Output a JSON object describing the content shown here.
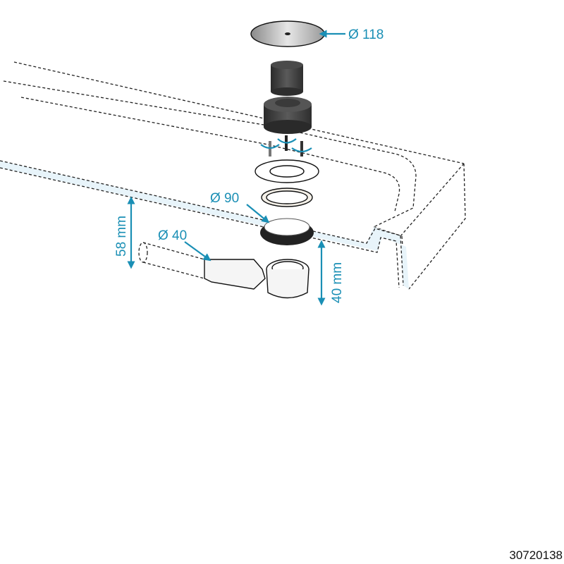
{
  "title": "Shower drain exploded assembly diagram",
  "colors": {
    "dimension": "#1a8fb5",
    "outline": "#222222",
    "part_dark": "#3a3a3a",
    "channel_fill": "#e8f4fa"
  },
  "labels": {
    "cover_diameter": "Ø 118",
    "seal_diameter": "Ø 90",
    "pipe_diameter": "Ø 40",
    "height_total": "58 mm",
    "height_body": "40 mm"
  },
  "parts": [
    {
      "name": "cover-plate",
      "label": "Ø 118"
    },
    {
      "name": "filter-cap"
    },
    {
      "name": "grate-housing"
    },
    {
      "name": "screws",
      "count": 3
    },
    {
      "name": "clamping-flange"
    },
    {
      "name": "flat-gasket"
    },
    {
      "name": "rubber-seal",
      "label": "Ø 90"
    },
    {
      "name": "drain-body-with-outlet",
      "label": "Ø 40"
    }
  ],
  "product_code": "30720138"
}
